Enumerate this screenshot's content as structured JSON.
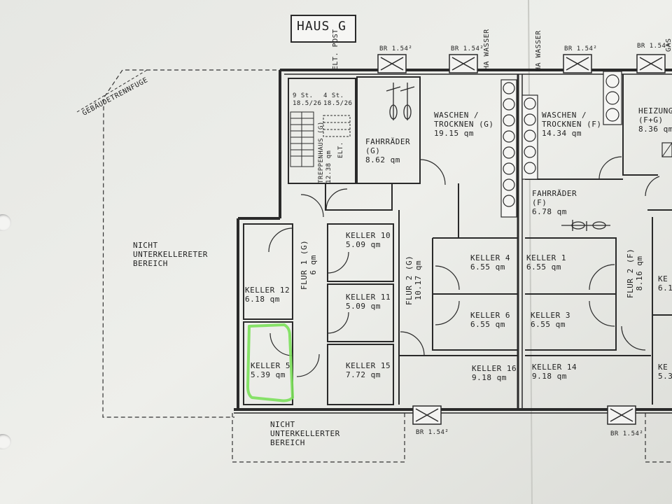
{
  "title": "HAUS G",
  "labels": {
    "gebaeudetrennfuge": "GEBÄUDETRENNFUGE",
    "elt_post": "ELT. POST",
    "ha_wasser_1": "HA WASSER",
    "ha_wasser_2": "HA WASSER",
    "gas": "GAS",
    "br1": "BR 1.54²",
    "br2": "BR 1.54²",
    "br3": "BR 1.54²",
    "br4": "BR 1.54²",
    "br5": "BR 1.54²",
    "br6": "BR 1.54²",
    "stairs_left": "9 St.\n18.5/26",
    "stairs_right": "4 St.\n18.5/26",
    "treppenhaus": "TREPPENHAUS (G)\n12.38 qm",
    "elt": "ELT.",
    "nicht_left": "NICHT\nUNTERKELLERETER\nBEREICH",
    "nicht_bottom": "NICHT\nUNTERKELLERTER\nBEREICH"
  },
  "rooms": {
    "fahrraeder_g": "FAHRRÄDER\n(G)\n8.62 qm",
    "waschen_g": "WASCHEN /\nTROCKNEN (G)\n19.15 qm",
    "waschen_f": "WASCHEN /\nTROCKNEN (F)\n14.34 qm",
    "heizung": "HEIZUNG\n(F+G)\n8.36 qm",
    "fahrraeder_f": "FAHRRÄDER\n(F)\n6.78 qm",
    "flur1": "FLUR 1 (G)\n6 qm",
    "flur2g": "FLUR 2 (G)\n10.17 qm",
    "flur2f": "FLUR 2 (F)\n8.16 qm",
    "keller10": "KELLER 10\n5.09 qm",
    "keller11": "KELLER 11\n5.09 qm",
    "keller12": "KELLER 12\n6.18 qm",
    "keller5": "KELLER 5\n5.39 qm",
    "keller15": "KELLER 15\n7.72 qm",
    "keller4": "KELLER 4\n6.55 qm",
    "keller6": "KELLER 6\n6.55 qm",
    "keller1": "KELLER 1\n6.55 qm",
    "keller3": "KELLER 3\n6.55 qm",
    "keller16": "KELLER 16\n9.18 qm",
    "keller14": "KELLER 14\n9.18 qm",
    "keller_edge1": "KE\n6.1",
    "keller_edge2": "KE\n5.3"
  },
  "highlight_color": "#7be05a"
}
